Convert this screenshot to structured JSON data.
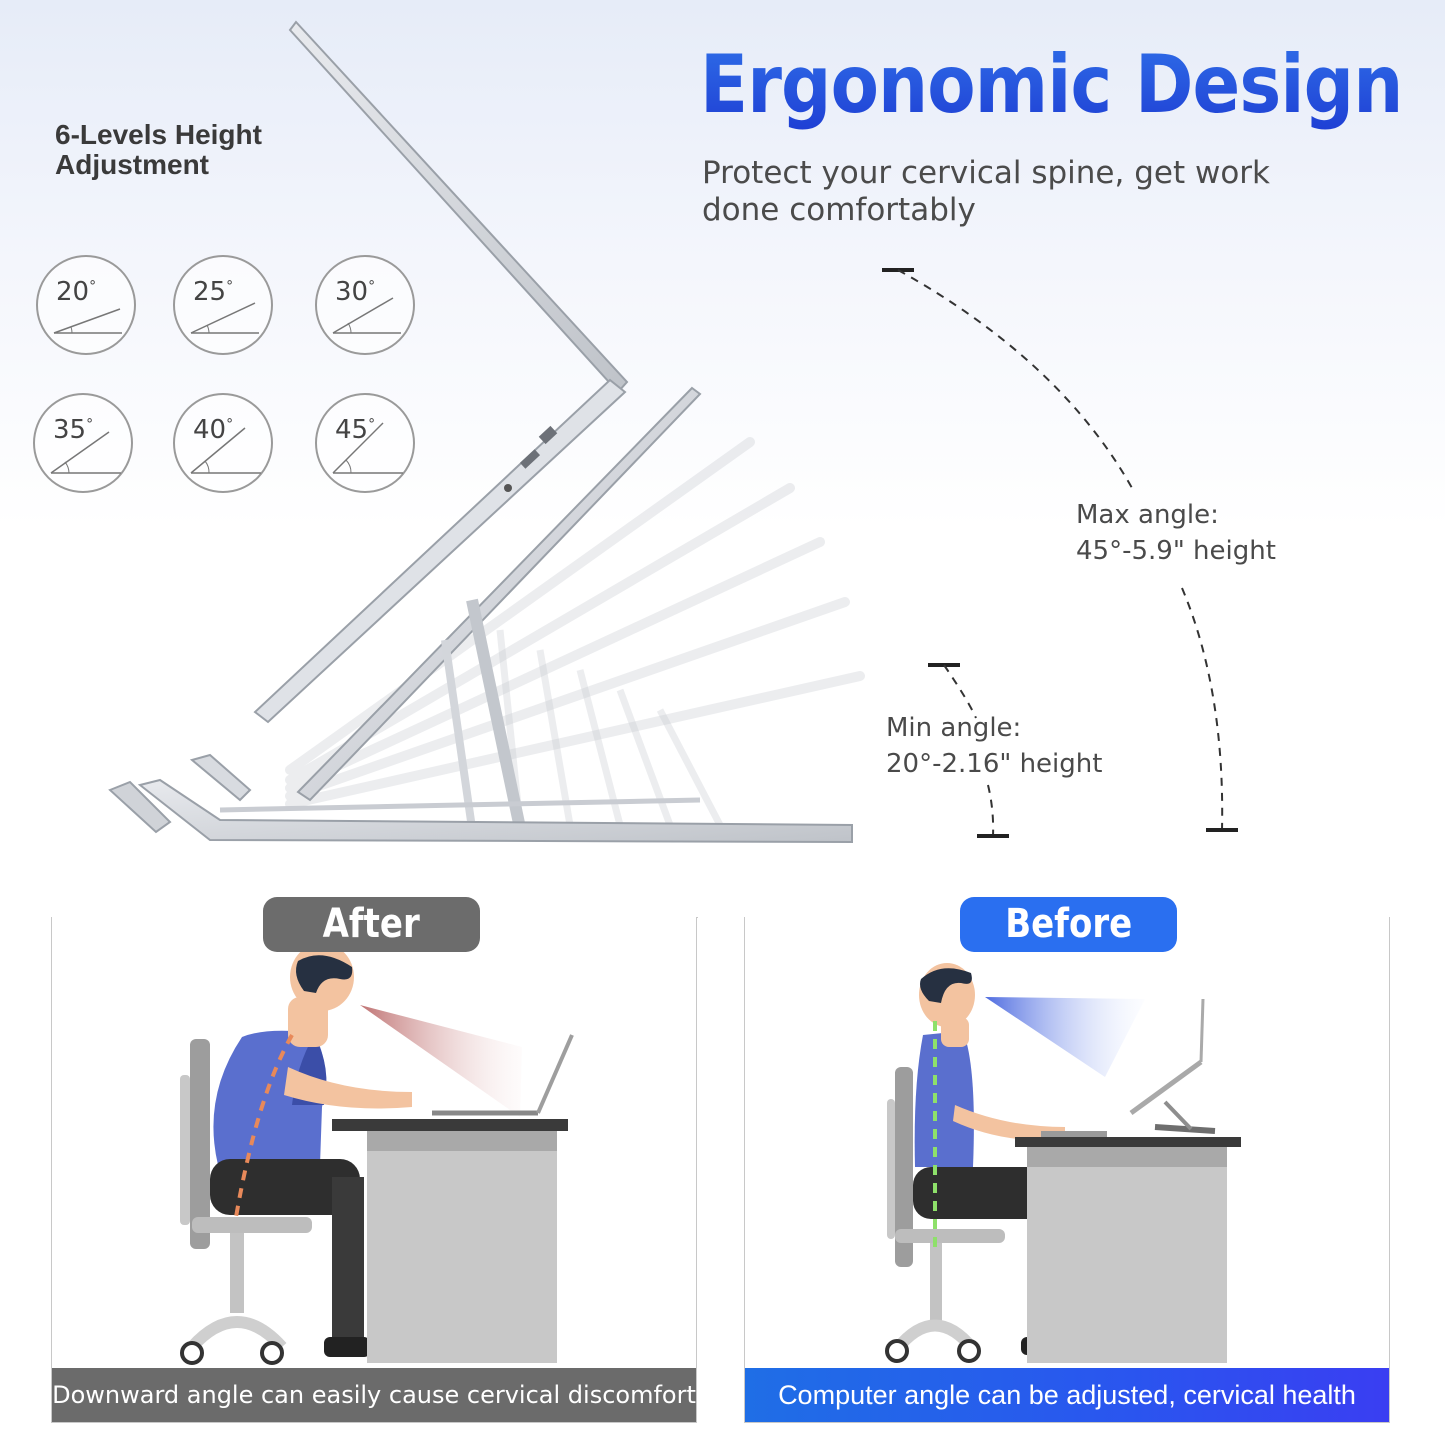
{
  "headline": {
    "title": "Ergonomic Design",
    "subtitle_lines": [
      "Protect your cervical spine, get work",
      "done comfortably"
    ]
  },
  "height_levels": {
    "title_lines": [
      "6-Levels Height",
      "Adjustment"
    ],
    "angles": [
      "20",
      "25",
      "30",
      "35",
      "40",
      "45"
    ],
    "degree_symbol": "°"
  },
  "ranges": {
    "max": {
      "label": "Max angle:",
      "value": "45°-5.9\" height"
    },
    "min": {
      "label": "Min angle:",
      "value": "20°-2.16\" height"
    }
  },
  "comparison": {
    "after": {
      "tag": "After",
      "caption": "Downward angle can easily cause cervical discomfort"
    },
    "before": {
      "tag": "Before",
      "caption": "Computer angle can be adjusted, cervical health"
    }
  },
  "colors": {
    "accent_blue": "#2a6ff0",
    "gray_tag": "#6c6c6c",
    "bad_posture_line": "#e8895a",
    "good_posture_line": "#8ee06a"
  }
}
